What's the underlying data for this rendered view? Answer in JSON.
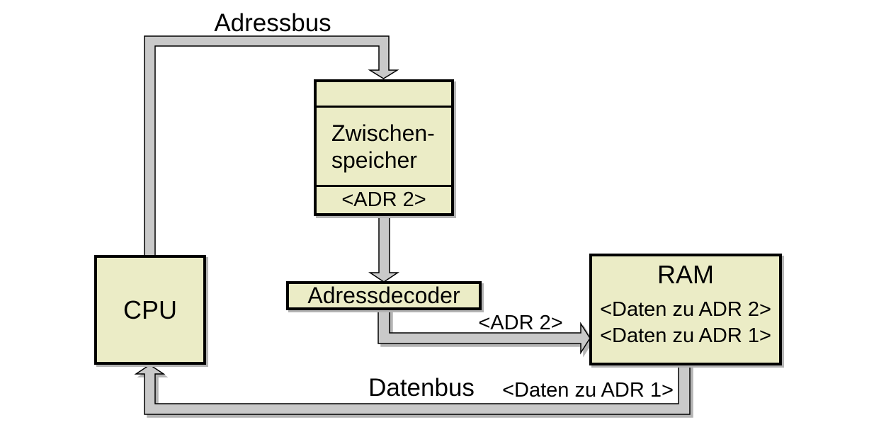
{
  "colors": {
    "background": "#ffffff",
    "box_fill": "#ebecc6",
    "box_border": "#000000",
    "bus_fill": "#c9c9c9",
    "bus_outline": "#000000",
    "shadow": "#b4b4b4",
    "text_color": "#000000"
  },
  "nodes": {
    "cpu": {
      "label": "CPU"
    },
    "buffer": {
      "label_line1": "Zwischen-",
      "label_line2": "speicher",
      "value": "<ADR 2>"
    },
    "decoder": {
      "label": "Adressdecoder"
    },
    "ram": {
      "label": "RAM",
      "entries": [
        "<Daten zu ADR 2>",
        "<Daten zu ADR 1>"
      ]
    }
  },
  "buses": {
    "address_bus": {
      "label": "Adressbus"
    },
    "data_bus": {
      "label": "Datenbus",
      "data_label": "<Daten zu ADR 1>"
    },
    "decoder_to_ram": {
      "label": "<ADR 2>"
    }
  }
}
